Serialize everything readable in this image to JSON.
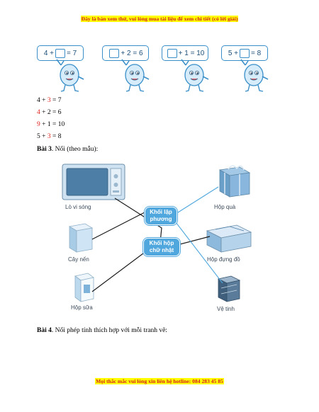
{
  "header": {
    "preview_notice": "Đây là bản xem thử, vui lòng mua tài liệu để xem chi tiết (có lời giải)"
  },
  "equation_cards": [
    {
      "before": "4 +",
      "after": "= 7"
    },
    {
      "before": "",
      "after": "+ 2 = 6"
    },
    {
      "before": "",
      "after": "+ 1 = 10"
    },
    {
      "before": "5 +",
      "after": "= 8"
    }
  ],
  "answers": [
    {
      "a": "4 + ",
      "b": "3",
      "c": " = 7"
    },
    {
      "a": "",
      "b": "4",
      "c": " + 2 = 6"
    },
    {
      "a": "",
      "b": "9",
      "c": " + 1 = 10"
    },
    {
      "a": "5 + ",
      "b": "3",
      "c": " = 8"
    }
  ],
  "exercise3": {
    "number": "Bài 3",
    "title": ". Nối (theo mẫu):",
    "left_items": [
      "Lò vi sóng",
      "Cây nến",
      "Hộp sữa"
    ],
    "center_tags": [
      "Khối lập phương",
      "Khối hộp chữ nhật"
    ],
    "right_items": [
      "Hộp quà",
      "Hộp đựng đồ",
      "Vệ tinh"
    ]
  },
  "exercise4": {
    "number": "Bài 4",
    "title": ". Nối phép tính thích hợp với mỗi tranh vẽ:"
  },
  "footer": {
    "hotline_notice": "Mọi thắc mắc vui lòng xin liên hệ hotline: 084 283 45 85"
  },
  "colors": {
    "accent_blue": "#4fa7dd",
    "answer_red": "#e0211c",
    "notice_red": "#d42020",
    "highlight": "#ffff00"
  }
}
